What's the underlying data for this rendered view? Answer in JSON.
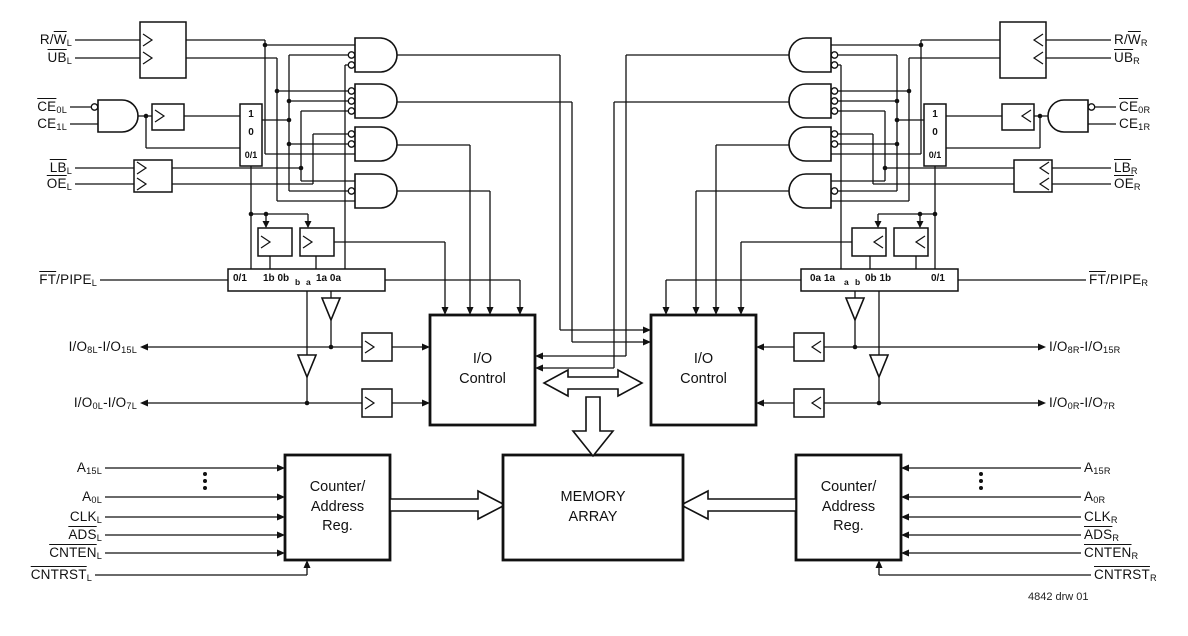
{
  "blocks": {
    "io_left": "I/O\nControl",
    "io_right": "I/O\nControl",
    "memory": "MEMORY\nARRAY",
    "counter_left": "Counter/\nAddress\nReg.",
    "counter_right": "Counter/\nAddress\nReg."
  },
  "mux_left": {
    "one": "1",
    "zero": "0",
    "sel": "0/1"
  },
  "mux_right": {
    "one": "1",
    "zero": "0",
    "sel": "0/1"
  },
  "pipe_left": {
    "sel": "0/1",
    "seg1": "1b 0b",
    "tag1": "b",
    "tag2": "a",
    "seg2": "1a 0a"
  },
  "pipe_right": {
    "seg1": "0a 1a",
    "tag1": "a",
    "tag2": "b",
    "seg2": "0b 1b",
    "sel": "0/1"
  },
  "note": "4842 drw 01",
  "signals": {
    "rw_l": [
      {
        "t": "R/",
        "k": "n"
      },
      {
        "t": "W",
        "k": "o"
      },
      {
        "t": "L",
        "k": "s"
      }
    ],
    "ub_l": [
      {
        "t": "UB",
        "k": "o"
      },
      {
        "t": "L",
        "k": "s"
      }
    ],
    "ce0_l": [
      {
        "t": "CE",
        "k": "o"
      },
      {
        "t": "0L",
        "k": "s"
      }
    ],
    "ce1_l": [
      {
        "t": "CE",
        "k": "n"
      },
      {
        "t": "1L",
        "k": "s"
      }
    ],
    "lb_l": [
      {
        "t": "LB",
        "k": "o"
      },
      {
        "t": "L",
        "k": "s"
      }
    ],
    "oe_l": [
      {
        "t": "OE",
        "k": "o"
      },
      {
        "t": "L",
        "k": "s"
      }
    ],
    "ftpipe_l": [
      {
        "t": "FT",
        "k": "o"
      },
      {
        "t": "/PIPE",
        "k": "n"
      },
      {
        "t": "L",
        "k": "s"
      }
    ],
    "io_hi_l": [
      {
        "t": "I/O",
        "k": "n"
      },
      {
        "t": "8L",
        "k": "s"
      },
      {
        "t": "-I/O",
        "k": "n"
      },
      {
        "t": "15L",
        "k": "s"
      }
    ],
    "io_lo_l": [
      {
        "t": "I/O",
        "k": "n"
      },
      {
        "t": "0L",
        "k": "s"
      },
      {
        "t": "-I/O",
        "k": "n"
      },
      {
        "t": "7L",
        "k": "s"
      }
    ],
    "a15_l": [
      {
        "t": "A",
        "k": "n"
      },
      {
        "t": "15L",
        "k": "s"
      }
    ],
    "a0_l": [
      {
        "t": "A",
        "k": "n"
      },
      {
        "t": "0L",
        "k": "s"
      }
    ],
    "clk_l": [
      {
        "t": "CLK",
        "k": "n"
      },
      {
        "t": "L",
        "k": "s"
      }
    ],
    "ads_l": [
      {
        "t": "ADS",
        "k": "o"
      },
      {
        "t": "L",
        "k": "s"
      }
    ],
    "cnten_l": [
      {
        "t": "CNTEN",
        "k": "o"
      },
      {
        "t": "L",
        "k": "s"
      }
    ],
    "cntrst_l": [
      {
        "t": "CNTRST",
        "k": "o"
      },
      {
        "t": "L",
        "k": "s"
      }
    ],
    "rw_r": [
      {
        "t": "R/",
        "k": "n"
      },
      {
        "t": "W",
        "k": "o"
      },
      {
        "t": "R",
        "k": "s"
      }
    ],
    "ub_r": [
      {
        "t": "UB",
        "k": "o"
      },
      {
        "t": "R",
        "k": "s"
      }
    ],
    "ce0_r": [
      {
        "t": "CE",
        "k": "o"
      },
      {
        "t": "0R",
        "k": "s"
      }
    ],
    "ce1_r": [
      {
        "t": "CE",
        "k": "n"
      },
      {
        "t": "1R",
        "k": "s"
      }
    ],
    "lb_r": [
      {
        "t": "LB",
        "k": "o"
      },
      {
        "t": "R",
        "k": "s"
      }
    ],
    "oe_r": [
      {
        "t": "OE",
        "k": "o"
      },
      {
        "t": "R",
        "k": "s"
      }
    ],
    "ftpipe_r": [
      {
        "t": "FT",
        "k": "o"
      },
      {
        "t": "/PIPE",
        "k": "n"
      },
      {
        "t": "R",
        "k": "s"
      }
    ],
    "io_hi_r": [
      {
        "t": "I/O",
        "k": "n"
      },
      {
        "t": "8R",
        "k": "s"
      },
      {
        "t": "-I/O",
        "k": "n"
      },
      {
        "t": "15R",
        "k": "s"
      }
    ],
    "io_lo_r": [
      {
        "t": "I/O",
        "k": "n"
      },
      {
        "t": "0R",
        "k": "s"
      },
      {
        "t": "-I/O",
        "k": "n"
      },
      {
        "t": "7R",
        "k": "s"
      }
    ],
    "a15_r": [
      {
        "t": "A",
        "k": "n"
      },
      {
        "t": "15R",
        "k": "s"
      }
    ],
    "a0_r": [
      {
        "t": "A",
        "k": "n"
      },
      {
        "t": "0R",
        "k": "s"
      }
    ],
    "clk_r": [
      {
        "t": "CLK",
        "k": "n"
      },
      {
        "t": "R",
        "k": "s"
      }
    ],
    "ads_r": [
      {
        "t": "ADS",
        "k": "o"
      },
      {
        "t": "R",
        "k": "s"
      }
    ],
    "cnten_r": [
      {
        "t": "CNTEN",
        "k": "o"
      },
      {
        "t": "R",
        "k": "s"
      }
    ],
    "cntrst_r": [
      {
        "t": "CNTRST",
        "k": "o"
      },
      {
        "t": "R",
        "k": "s"
      }
    ]
  }
}
